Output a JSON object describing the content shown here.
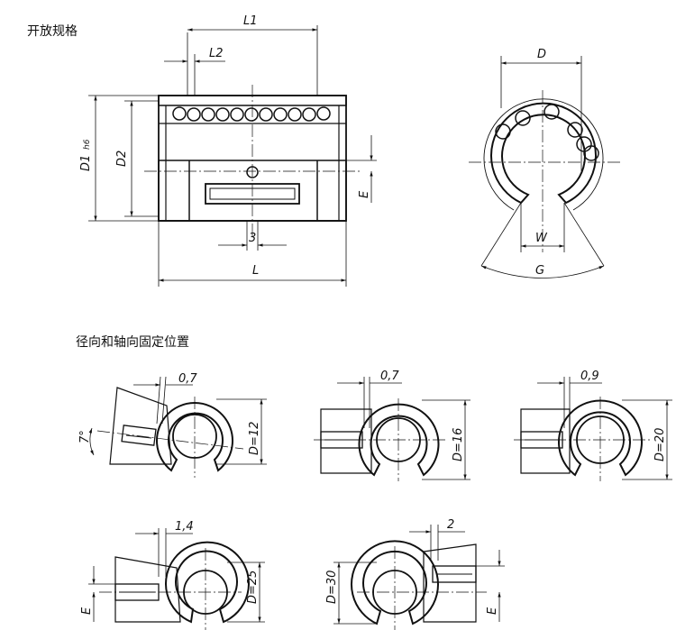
{
  "headings": {
    "open_spec": "开放规格",
    "mounting": "径向和轴向固定位置"
  },
  "main_labels": {
    "L1": "L1",
    "L2": "L2",
    "L": "L",
    "D1": "D1",
    "h6": "h6",
    "D2": "D2",
    "E": "E",
    "three": "3",
    "D": "D",
    "W": "W",
    "G": "G"
  },
  "mount_views": [
    {
      "offset": "0,7",
      "diameter": "D=12",
      "angle": "7°"
    },
    {
      "offset": "0,7",
      "diameter": "D=16"
    },
    {
      "offset": "0,9",
      "diameter": "D=20"
    },
    {
      "offset": "1,4",
      "diameter": "D=25",
      "e_label": "E"
    },
    {
      "offset": "2",
      "diameter": "D=30",
      "e_label": "E"
    }
  ],
  "colors": {
    "line": "#111111",
    "background": "#ffffff"
  }
}
